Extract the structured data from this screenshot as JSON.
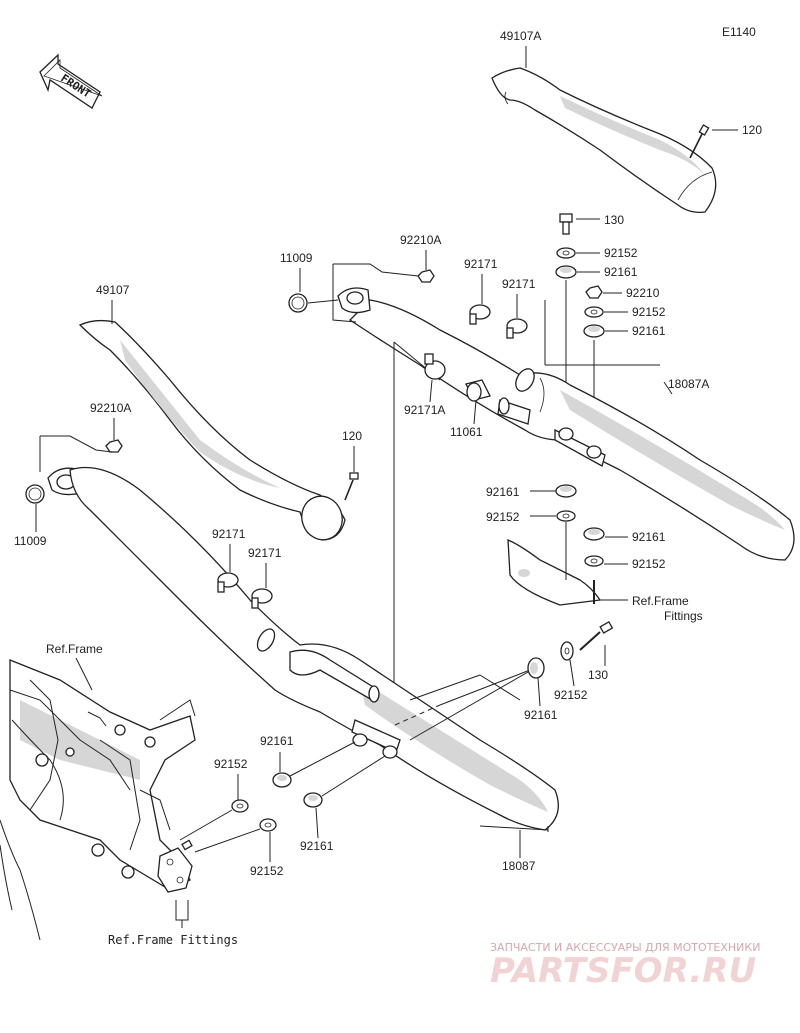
{
  "diagram": {
    "code": "E1140",
    "front_label": "FRONT",
    "labels": {
      "cover_upper": "49107A",
      "bolt_upper": "120",
      "bolt_130_top": "130",
      "washer_92152_a": "92152",
      "damper_92161_a": "92161",
      "nut_92210": "92210",
      "washer_92152_b": "92152",
      "damper_92161_b": "92161",
      "nut_92210A_upper": "92210A",
      "gasket_11009_upper": "11009",
      "clamp_92171_a": "92171",
      "clamp_92171_b": "92171",
      "muffler_right": "18087A",
      "clamp_92171A": "92171A",
      "gasket_11061": "11061",
      "damper_92161_c": "92161",
      "washer_92152_c": "92152",
      "damper_92161_d": "92161",
      "washer_92152_d": "92152",
      "ref_frame_fittings_right": "Ref.Frame\n  Fittings",
      "cover_lower": "49107",
      "nut_92210A_lower": "92210A",
      "bolt_lower": "120",
      "gasket_11009_lower": "11009",
      "clamp_92171_c": "92171",
      "clamp_92171_d": "92171",
      "ref_frame": "Ref.Frame",
      "bolt_130_mid": "130",
      "washer_92152_e": "92152",
      "damper_92161_e": "92161",
      "damper_92161_f": "92161",
      "washer_92152_f": "92152",
      "damper_92161_g": "92161",
      "washer_92152_g": "92152",
      "muffler_left": "18087",
      "ref_frame_fittings_left": "Ref.Frame Fittings"
    },
    "watermark": {
      "line1": "ЗАПЧАСТИ И АКСЕССУАРЫ ДЛЯ МОТОТЕХНИКИ",
      "line2": "PARTSFOR.RU"
    }
  }
}
